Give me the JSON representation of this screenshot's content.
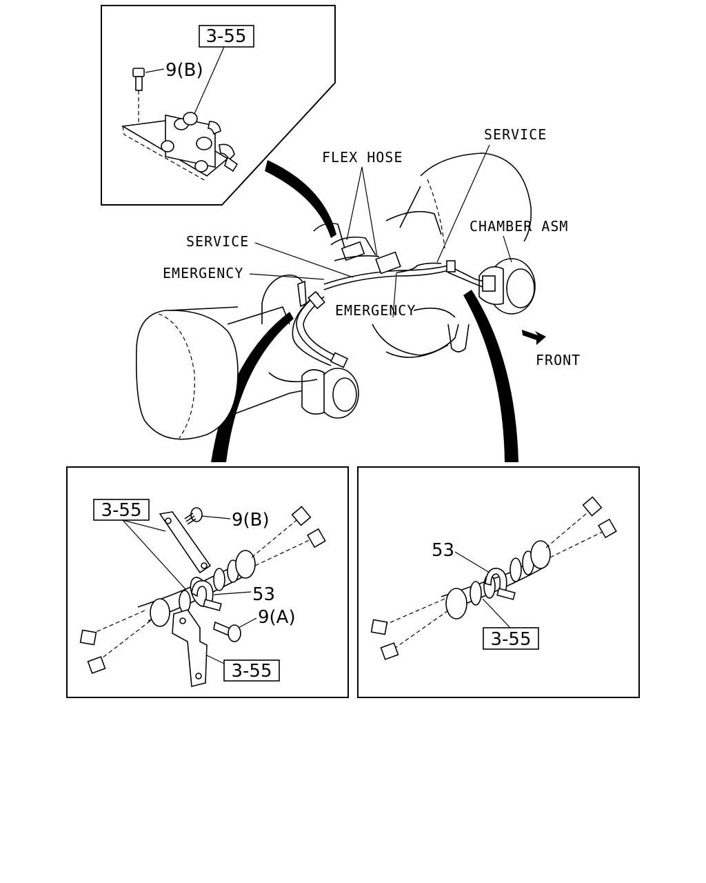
{
  "labels": {
    "flex_hose": "FLEX HOSE",
    "service_right": "SERVICE",
    "chamber_asm": "CHAMBER ASM",
    "service_left": "SERVICE",
    "emergency_left": "EMERGENCY",
    "emergency_center": "EMERGENCY",
    "front": "FRONT"
  },
  "inset_top": {
    "ref_box": "3-55",
    "bolt_label": "9(B)"
  },
  "inset_bottom_left": {
    "ref_box_top": "3-55",
    "bolt_b_label": "9(B)",
    "clamp_label": "53",
    "bolt_a_label": "9(A)",
    "ref_box_bottom": "3-55"
  },
  "inset_bottom_right": {
    "clamp_label": "53",
    "ref_box": "3-55"
  }
}
